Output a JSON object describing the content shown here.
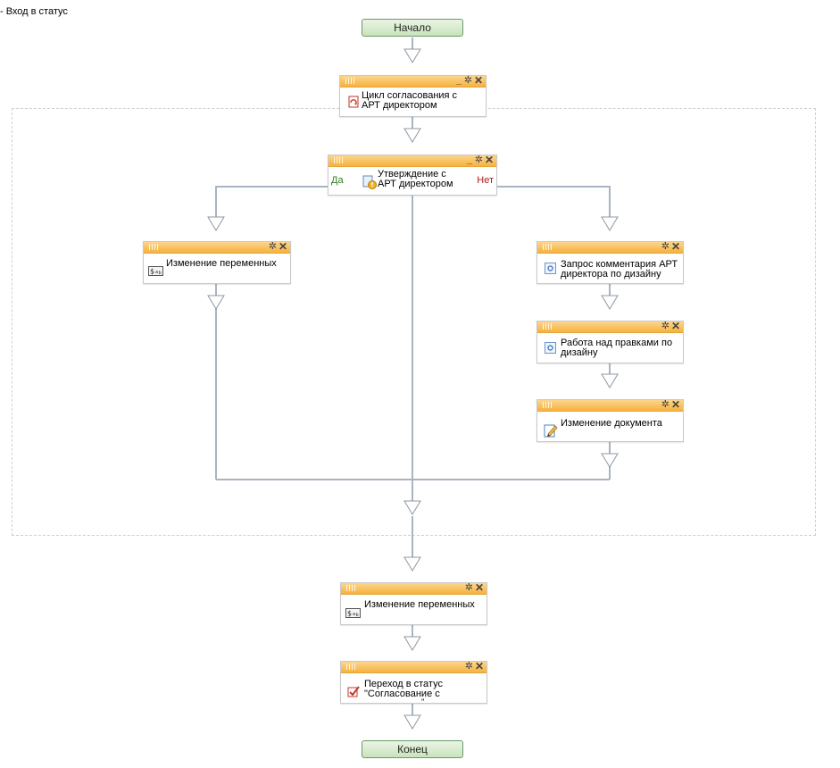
{
  "page_title": "- Вход в статус",
  "start_label": "Начало",
  "end_label": "Конец",
  "blocks": {
    "cycle": {
      "label": "Цикл согласования с АРТ директором",
      "icon": "cycle-icon"
    },
    "approval": {
      "label": "Утверждение с АРТ директором",
      "icon": "approval-icon",
      "yes_label": "Да",
      "no_label": "Нет"
    },
    "vars_left": {
      "label": "Изменение переменных",
      "icon": "variables-icon"
    },
    "comment_request": {
      "label": "Запрос комментария АРТ директора по дизайну",
      "icon": "task-icon"
    },
    "edits_work": {
      "label": "Работа над правками по дизайну",
      "icon": "task-icon"
    },
    "doc_change": {
      "label": "Изменение документа",
      "icon": "edit-document-icon"
    },
    "vars_bottom": {
      "label": "Изменение переменных",
      "icon": "variables-icon"
    },
    "status_transition": {
      "label": "Переход в статус \"Согласование с",
      "icon": "checkbox-icon"
    }
  },
  "colors": {
    "header_orange": "#f6b13d",
    "connector": "#a9b4c2",
    "start_end_green": "#c9e3bd"
  }
}
